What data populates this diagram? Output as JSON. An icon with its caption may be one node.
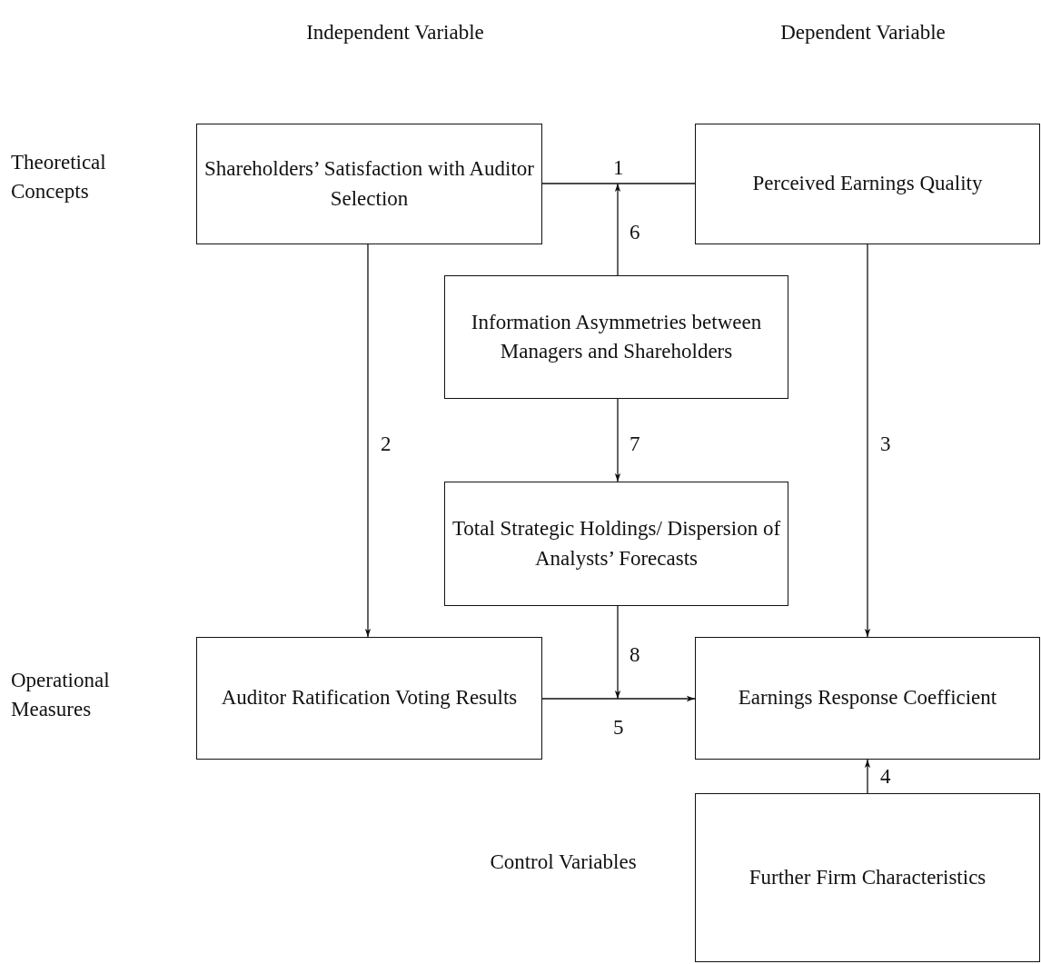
{
  "diagram": {
    "nodes": [
      {
        "text": [
          "Shareholders’ Satisfaction with Auditor Selection"
        ]
      },
      {
        "text": [
          "Perceived Earnings Quality"
        ]
      },
      {
        "text": [
          "Information Asymmetries between Managers and Shareholders"
        ]
      },
      {
        "text": [
          "Total Strategic Holdings/ Dispersion of Analysts’ Forecasts"
        ]
      },
      {
        "text": [
          "Auditor Ratification Voting Results"
        ]
      },
      {
        "text": [
          "Earnings Response Coefficient"
        ]
      },
      {
        "text": [
          "Further Firm Characteristics"
        ]
      }
    ],
    "edges": [
      {
        "from": 0,
        "to": 1,
        "arrow": "none",
        "label": "1"
      },
      {
        "from": 2,
        "to": null,
        "arrow": "to",
        "label": "6"
      },
      {
        "from": 0,
        "to": 4,
        "arrow": "to",
        "label": "2"
      },
      {
        "from": 1,
        "to": 5,
        "arrow": "to",
        "label": "3"
      },
      {
        "from": 2,
        "to": 3,
        "arrow": "to",
        "label": "7"
      },
      {
        "from": 3,
        "to": null,
        "arrow": "to",
        "label": "8"
      },
      {
        "from": 4,
        "to": 5,
        "arrow": "to",
        "label": "5"
      },
      {
        "from": 6,
        "to": 5,
        "arrow": "to",
        "label": "4"
      }
    ],
    "labels": [
      "Independent Variable",
      "Dependent Variable",
      "Theoretical Concepts",
      "Operational Measures",
      "Control Variables"
    ]
  }
}
